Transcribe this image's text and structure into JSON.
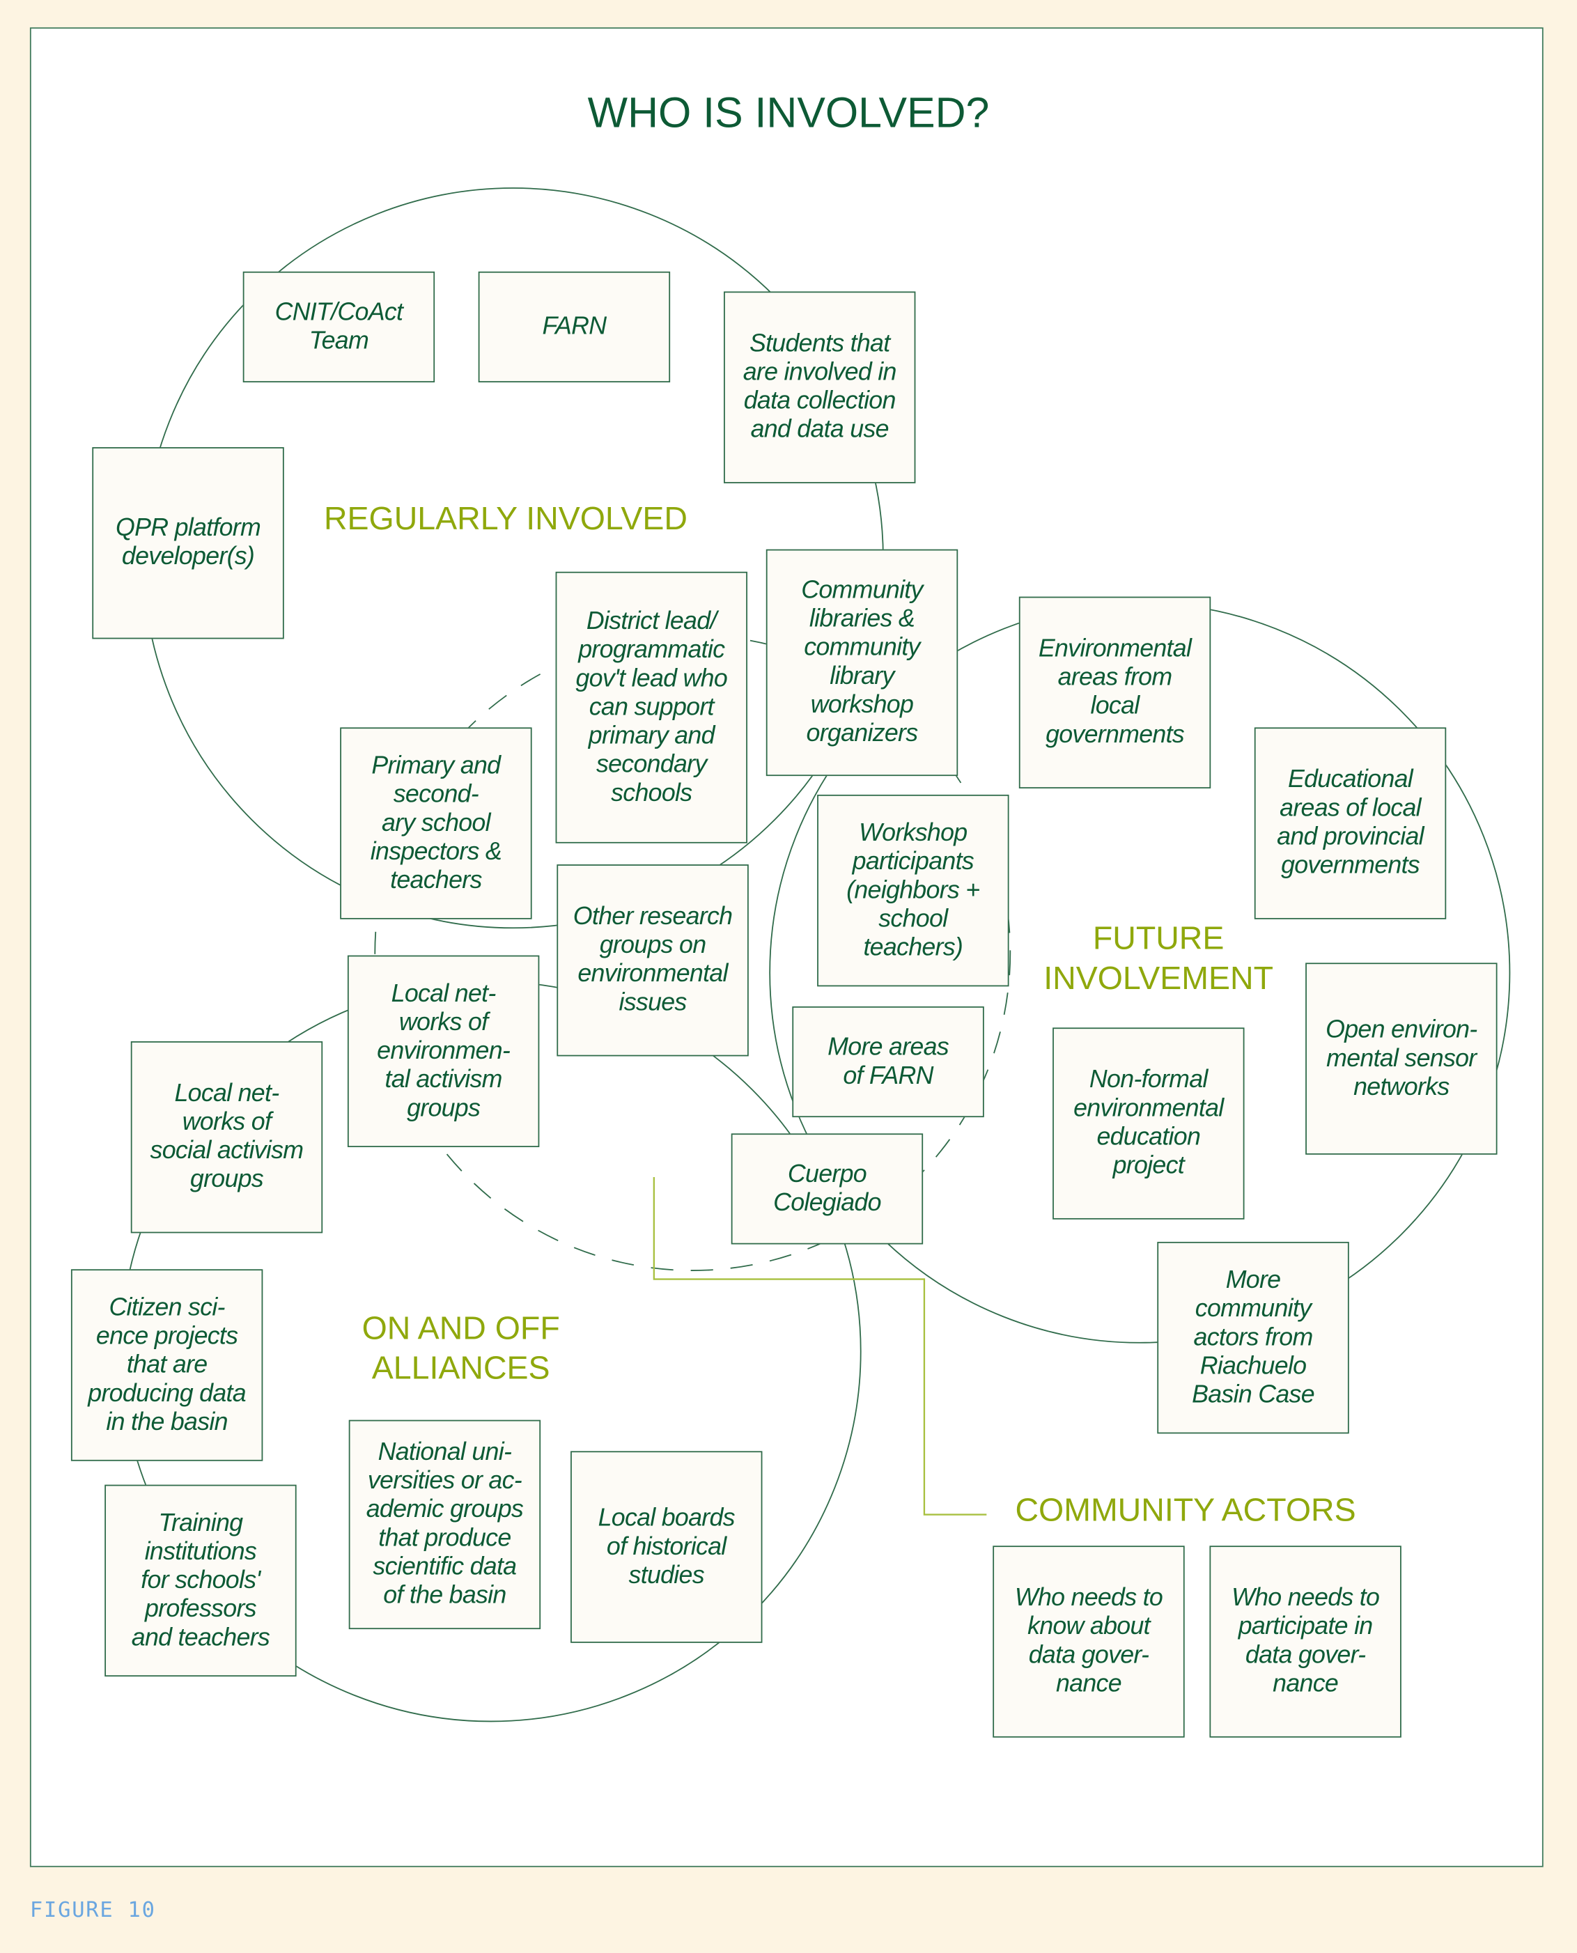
{
  "title": "WHO IS INVOLVED?",
  "sections": {
    "regularly": "REGULARLY INVOLVED",
    "future": "FUTURE\nINVOLVEMENT",
    "alliances": "ON AND OFF\nALLIANCES",
    "community": "COMMUNITY ACTORS"
  },
  "boxes": [
    "CNIT/CoAct\nTeam",
    "FARN",
    "Students that\nare involved in\ndata collection\nand data use",
    "QPR platform\ndeveloper(s)",
    "District lead/\nprogrammatic\ngov't lead who\ncan support\nprimary and\nsecondary\nschools",
    "Community\nlibraries &\ncommunity\nlibrary\nworkshop\norganizers",
    "Environmental\nareas from\nlocal\ngovernments",
    "Educational\nareas of local\nand provincial\ngovernments",
    "Primary and\nsecond-\nary school\ninspectors &\nteachers",
    "Workshop\nparticipants\n(neighbors +\nschool\nteachers)",
    "Other research\ngroups on\nenvironmental\nissues",
    "Local net-\nworks of\nenvironmen-\ntal activism\ngroups",
    "Local net-\nworks of\nsocial activism\ngroups",
    "More areas\nof FARN",
    "Non-formal\nenvironmental\neducation\nproject",
    "Open environ-\nmental sensor\nnetworks",
    "Cuerpo\nColegiado",
    "More\ncommunity\nactors from\nRiachuelo\nBasin Case",
    "Citizen sci-\nence projects\nthat are\nproducing data\nin the basin",
    "Training\ninstitutions\nfor schools'\nprofessors\nand teachers",
    "National uni-\nversities or ac-\nademic groups\nthat produce\nscientific data\nof the basin",
    "Local boards\nof historical\nstudies",
    "Who needs to\nknow about\ndata gover-\nnance",
    "Who needs to\nparticipate in\ndata gover-\nnance"
  ],
  "figure_label": "FIGURE 10",
  "colors": {
    "dark_green": "#0d5a35",
    "accent": "#8fa80c",
    "background": "#fdf4e2",
    "caption": "#6aa6e0"
  }
}
